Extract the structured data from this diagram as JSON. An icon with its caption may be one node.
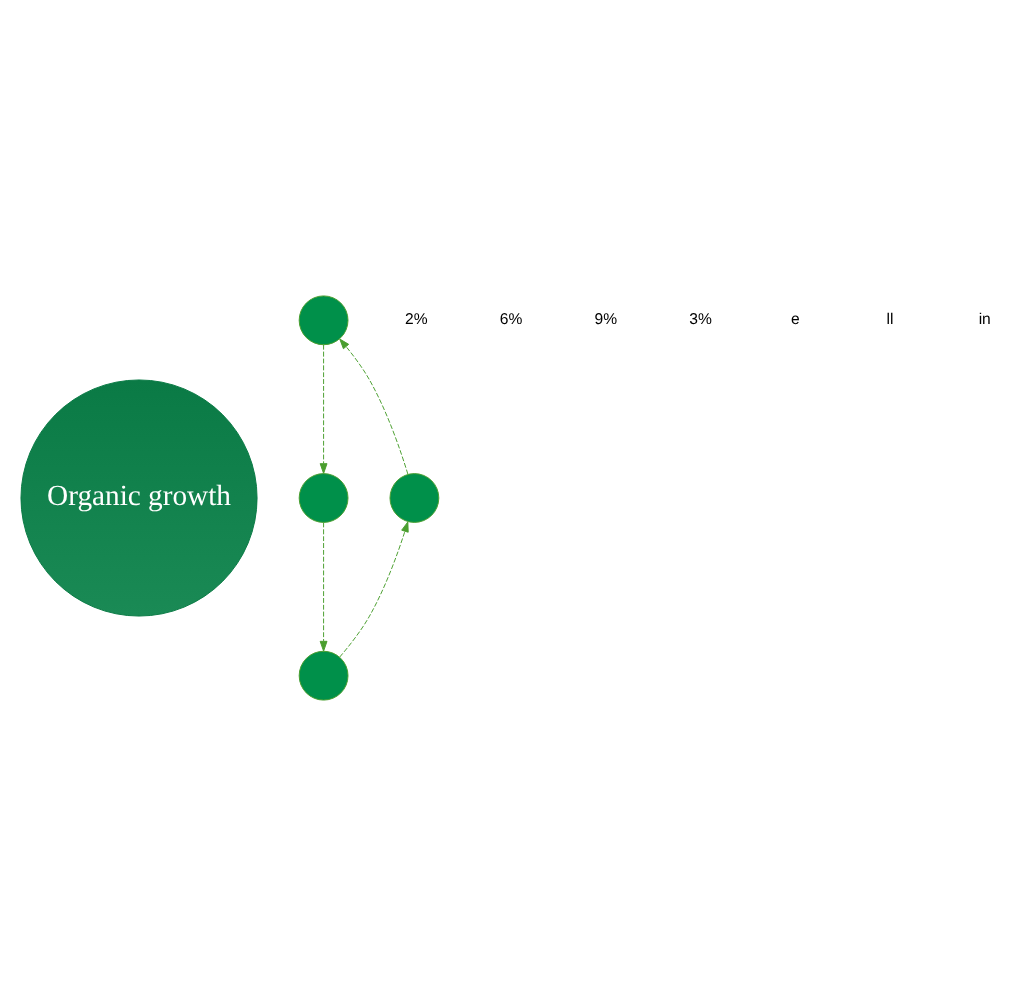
{
  "diagram": {
    "nodes": [
      {
        "text": [
          "Organic growth"
        ]
      },
      {
        "text": [],
        "shape": "circle"
      },
      {
        "text": [],
        "shape": "circle"
      },
      {
        "text": [],
        "shape": "circle"
      },
      {
        "text": [],
        "shape": "circle"
      }
    ],
    "edges": [
      {
        "from": 1,
        "to": 2,
        "arrow": "to",
        "style": "dashed"
      },
      {
        "from": 2,
        "to": 3,
        "arrow": "to",
        "style": "dashed"
      },
      {
        "from": 3,
        "to": 4,
        "arrow": "to",
        "style": "dashed"
      },
      {
        "from": 4,
        "to": 1,
        "arrow": "to",
        "style": "dashed"
      }
    ],
    "labels": [
      "2%",
      "6%",
      "9%",
      "3%",
      "e",
      "ll",
      "in"
    ]
  }
}
